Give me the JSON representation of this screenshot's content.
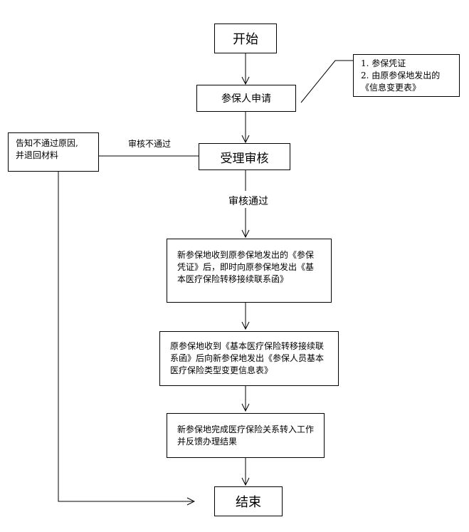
{
  "nodes": {
    "start": "开始",
    "applicant": "参保人申请",
    "documents": [
      "1. 参保凭证",
      "2. 由原参保地发出的",
      "《信息变更表》"
    ],
    "review": "受理审核",
    "reject": [
      "告知不通过原因,",
      "并退回材料"
    ],
    "step1": "新参保地收到原参保地发出的《参保凭证》后，即时向原参保地发出《基本医疗保险转移接续联系函》",
    "step2": "原参保地收到《基本医疗保险转移接续联系函》后向新参保地发出《参保人员基本医疗保险类型变更信息表》",
    "step3": "新参保地完成医疗保险关系转入工作并反馈办理结果",
    "end": "结束"
  },
  "edges": {
    "review_fail": "审核不通过",
    "review_pass": "审核通过"
  }
}
